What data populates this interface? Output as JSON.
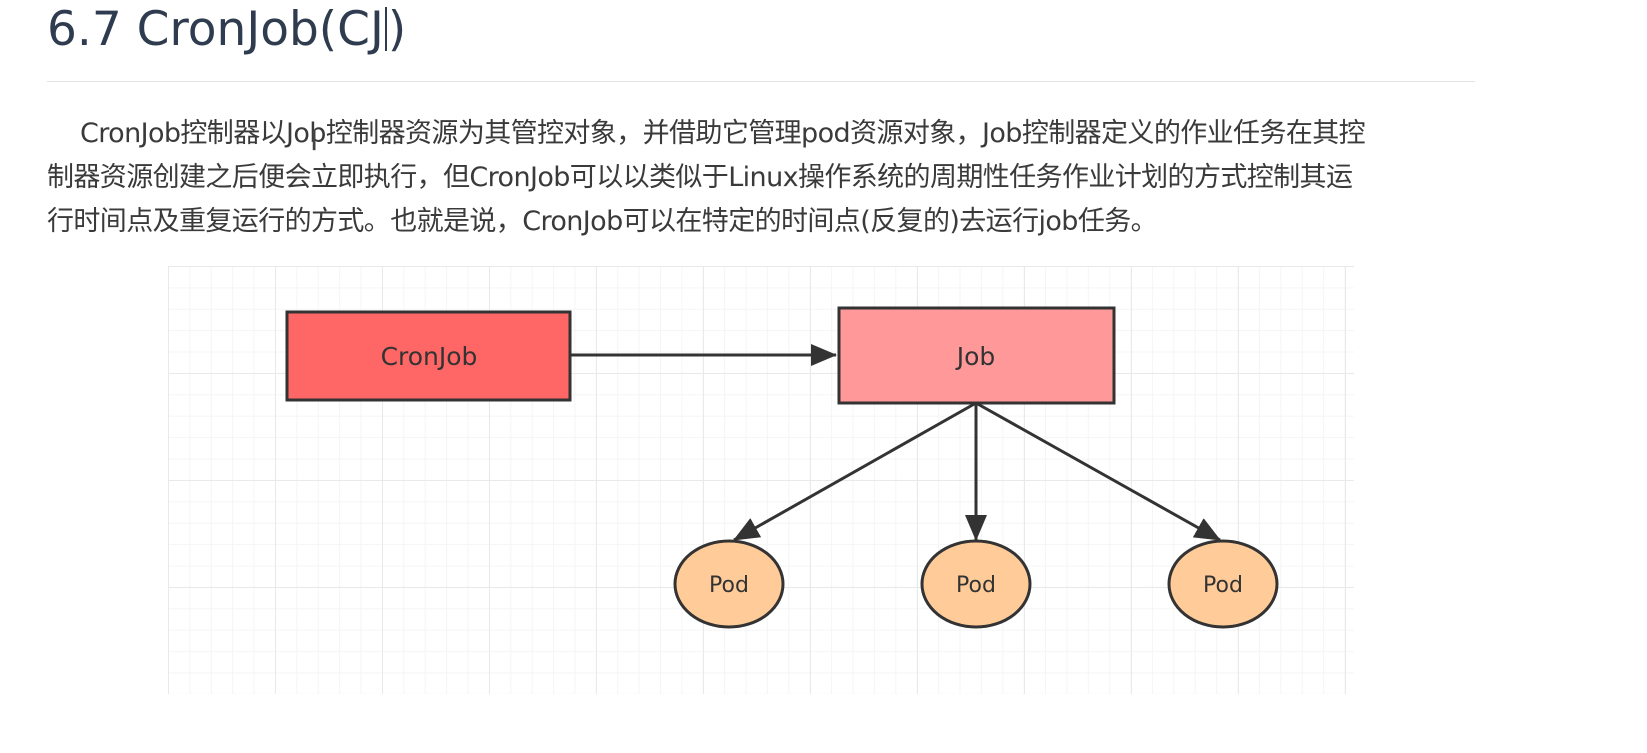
{
  "heading": {
    "before_caret": "6.7 CronJob(CJ",
    "after_caret": ")"
  },
  "paragraph": {
    "lines": [
      "CronJob控制器以Job控制器资源为其管控对象，并借助它管理pod资源对象，Job控制器定义的作业任务在其控",
      "制器资源创建之后便会立即执行，但CronJob可以以类似于Linux操作系统的周期性任务作业计划的方式控制其运",
      "行时间点及重复运行的方式。也就是说，CronJob可以在特定的时间点(反复的)去运行job任务。"
    ]
  },
  "diagram": {
    "nodes": {
      "cronjob": {
        "label": "CronJob",
        "fill": "#ff6666"
      },
      "job": {
        "label": "Job",
        "fill": "#ff9999"
      },
      "pod_left": {
        "label": "Pod",
        "fill": "#ffcc99"
      },
      "pod_middle": {
        "label": "Pod",
        "fill": "#ffcc99"
      },
      "pod_right": {
        "label": "Pod",
        "fill": "#ffcc99"
      }
    },
    "edges": [
      {
        "from": "CronJob",
        "to": "Job"
      },
      {
        "from": "Job",
        "to": "Pod"
      },
      {
        "from": "Job",
        "to": "Pod"
      },
      {
        "from": "Job",
        "to": "Pod"
      }
    ]
  },
  "icons": {
    "text_cursor": "I"
  }
}
